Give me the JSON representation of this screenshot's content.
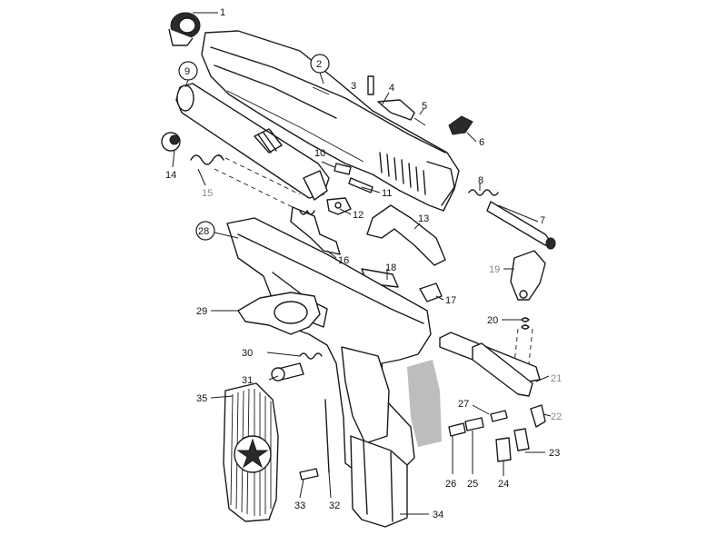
{
  "diagram": {
    "labels": [
      {
        "num": "1"
      },
      {
        "num": "2"
      },
      {
        "num": "3"
      },
      {
        "num": "4"
      },
      {
        "num": "5"
      },
      {
        "num": "6"
      },
      {
        "num": "7"
      },
      {
        "num": "8"
      },
      {
        "num": "9"
      },
      {
        "num": "10"
      },
      {
        "num": "11"
      },
      {
        "num": "12"
      },
      {
        "num": "13"
      },
      {
        "num": "14"
      },
      {
        "num": "15"
      },
      {
        "num": "16"
      },
      {
        "num": "17"
      },
      {
        "num": "18"
      },
      {
        "num": "19"
      },
      {
        "num": "20"
      },
      {
        "num": "21"
      },
      {
        "num": "22"
      },
      {
        "num": "23"
      },
      {
        "num": "24"
      },
      {
        "num": "25"
      },
      {
        "num": "26"
      },
      {
        "num": "27"
      },
      {
        "num": "28"
      },
      {
        "num": "29"
      },
      {
        "num": "30"
      },
      {
        "num": "31"
      },
      {
        "num": "32"
      },
      {
        "num": "33"
      },
      {
        "num": "34"
      },
      {
        "num": "35"
      }
    ]
  }
}
